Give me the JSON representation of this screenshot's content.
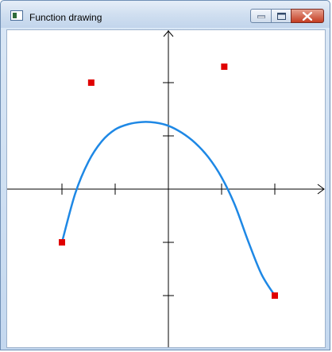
{
  "window": {
    "title": "Function drawing",
    "minimize_label": "",
    "maximize_label": "",
    "close_label": ""
  },
  "colors": {
    "curve": "#1e88e5",
    "points": "#e00000",
    "axes": "#000000",
    "close_button": "#c53d22"
  },
  "chart_data": {
    "type": "scatter",
    "title": "",
    "xlabel": "",
    "ylabel": "",
    "xlim": [
      -3,
      3
    ],
    "ylim": [
      -3,
      3
    ],
    "xticks": [
      -2,
      -1,
      1,
      2
    ],
    "yticks": [
      -2,
      -1,
      1,
      2
    ],
    "grid": false,
    "curve": {
      "x": [
        -2,
        -1.75,
        -1.5,
        -1.25,
        -1,
        -0.75,
        -0.5,
        -0.25,
        0,
        0.25,
        0.5,
        0.75,
        1,
        1.25,
        1.5,
        1.75,
        2
      ],
      "y": [
        -1,
        -0.08,
        0.52,
        0.9,
        1.12,
        1.22,
        1.26,
        1.25,
        1.19,
        1.06,
        0.87,
        0.6,
        0.22,
        -0.3,
        -0.98,
        -1.6,
        -2
      ]
    },
    "points": [
      {
        "x": -1.45,
        "y": 2.0
      },
      {
        "x": 1.05,
        "y": 2.3
      },
      {
        "x": -2.0,
        "y": -1.0
      },
      {
        "x": 2.0,
        "y": -2.0
      }
    ]
  }
}
